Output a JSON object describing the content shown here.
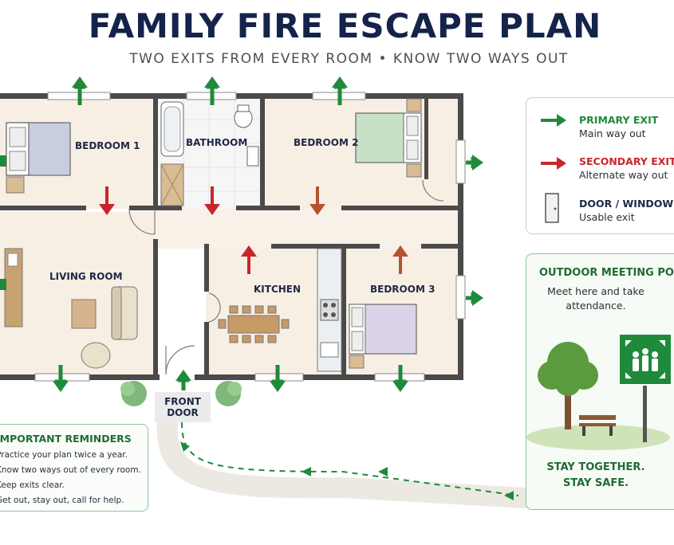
{
  "title": "FAMILY FIRE ESCAPE PLAN",
  "subtitle": "TWO EXITS FROM EVERY ROOM  •  KNOW TWO WAYS OUT",
  "rooms": {
    "bedroom1": "BEDROOM 1",
    "bathroom": "BATHROOM",
    "bedroom2": "BEDROOM 2",
    "living_room": "LIVING ROOM",
    "kitchen": "KITCHEN",
    "bedroom3": "BEDROOM 3"
  },
  "front_door": {
    "line1": "FRONT",
    "line2": "DOOR"
  },
  "legend": {
    "primary": {
      "title": "PRIMARY EXIT",
      "sub": "Main way out"
    },
    "secondary": {
      "title": "SECONDARY EXIT",
      "sub": "Alternate way out"
    },
    "door": {
      "title": "DOOR / WINDOW",
      "sub": "Usable exit"
    }
  },
  "meeting": {
    "title": "OUTDOOR MEETING POINT",
    "text1": "Meet here and take",
    "text2": "attendance.",
    "foot1": "STAY TOGETHER.",
    "foot2": "STAY SAFE."
  },
  "reminders": {
    "title": "IMPORTANT REMINDERS",
    "items": [
      "Practice your plan twice a year.",
      "Know two ways out of every room.",
      "Keep exits clear.",
      "Get out, stay out, call for help."
    ]
  },
  "colors": {
    "primary_exit": "#1f8a3a",
    "secondary_exit": "#c8252b",
    "secondary_exit_alt": "#b5532f",
    "title": "#14234a",
    "wall": "#4a4a4a"
  }
}
